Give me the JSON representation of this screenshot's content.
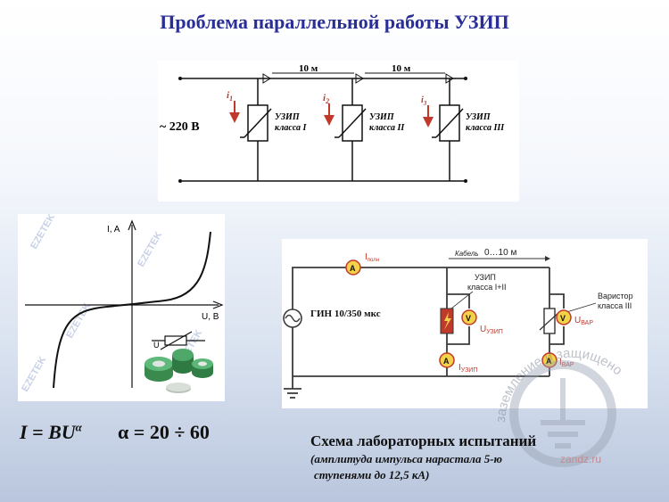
{
  "title": "Проблема параллельной работы УЗИП",
  "top_circuit": {
    "supply": "~ 220 В",
    "distance_1": "10 м",
    "distance_2": "10 м",
    "currents": [
      "i",
      "i",
      "i"
    ],
    "current_subs": [
      "1",
      "2",
      "3"
    ],
    "spd": [
      {
        "name": "УЗИП",
        "class": "класса I"
      },
      {
        "name": "УЗИП",
        "class": "класса II"
      },
      {
        "name": "УЗИП",
        "class": "класса III"
      }
    ]
  },
  "vac_graph": {
    "y_axis": "I, A",
    "x_axis": "U, B",
    "symbol": "U",
    "watermark": "EZETEK"
  },
  "formula": {
    "main": "I = BU",
    "exp": "α",
    "range": "α = 20 ÷ 60"
  },
  "lab_circuit": {
    "i_total": "I",
    "i_total_sub": "полн",
    "cable_label": "Кабель",
    "cable_length": "0…10 м",
    "spd_label_1": "УЗИП",
    "spd_label_2": "класса I+II",
    "varistor_1": "Варистор",
    "varistor_2": "класса III",
    "generator": "ГИН 10/350 мкс",
    "u_spd": "U",
    "u_spd_sub": "УЗИП",
    "i_spd": "I",
    "i_spd_sub": "УЗИП",
    "u_var": "U",
    "u_var_sub": "ВАР",
    "i_var": "I",
    "i_var_sub": "ВАР",
    "meter_a": "A",
    "meter_v": "V"
  },
  "caption": {
    "line1": "Схема лабораторных испытаний",
    "line2": "(амплитуда импульса нарастала 5-ю",
    "line3": "ступенями до 12,5 кА)"
  },
  "watermark": {
    "arc_text": "заземление и защищено",
    "site": "zandz.ru"
  },
  "colors": {
    "title": "#2a2f95",
    "meter_fill": "#f3d24a",
    "lab_wire": "#3b3b3b",
    "arrow": "#c0392b"
  }
}
